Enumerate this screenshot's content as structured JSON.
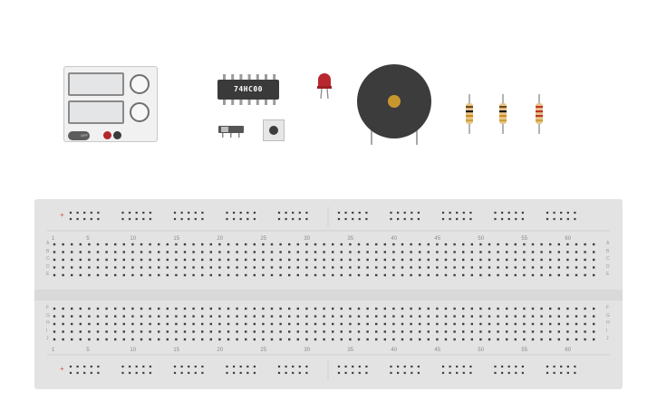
{
  "palette": {
    "background": "#ffffff",
    "breadboard": "#e3e3e3",
    "hole": "#3e3e3e",
    "rail_red": "#e04a4a",
    "led_red": "#b8272d",
    "buzzer": "#3c3c3c",
    "buzzer_center": "#c8962f"
  },
  "components": {
    "power_supply": {
      "switch_label": "OFF",
      "icon": "power-supply-icon"
    },
    "chip": {
      "label": "74HC00",
      "icon": "ic-chip-icon"
    },
    "slide_switch": {
      "icon": "slide-switch-icon"
    },
    "pushbutton": {
      "icon": "pushbutton-icon"
    },
    "led": {
      "color": "red",
      "icon": "led-icon"
    },
    "buzzer": {
      "icon": "buzzer-icon"
    },
    "resistors": [
      {
        "bands": [
          "#6b4a1a",
          "#1a1a1a",
          "#d08a1a",
          "#c9a23a"
        ],
        "icon": "resistor-icon"
      },
      {
        "bands": [
          "#6b4a1a",
          "#1a1a1a",
          "#d08a1a",
          "#c9a23a"
        ],
        "icon": "resistor-icon"
      },
      {
        "bands": [
          "#c0322a",
          "#c0322a",
          "#c0322a",
          "#c9a23a"
        ],
        "icon": "resistor-icon"
      }
    ]
  },
  "breadboard": {
    "columns": 63,
    "column_numbers": [
      "1",
      "5",
      "10",
      "15",
      "20",
      "25",
      "30",
      "35",
      "40",
      "45",
      "50",
      "55",
      "60"
    ],
    "top_rows": [
      "A",
      "B",
      "C",
      "D",
      "E"
    ],
    "bottom_rows": [
      "F",
      "G",
      "H",
      "I",
      "J"
    ],
    "rail_plus": "+",
    "rail_groups": 10
  }
}
